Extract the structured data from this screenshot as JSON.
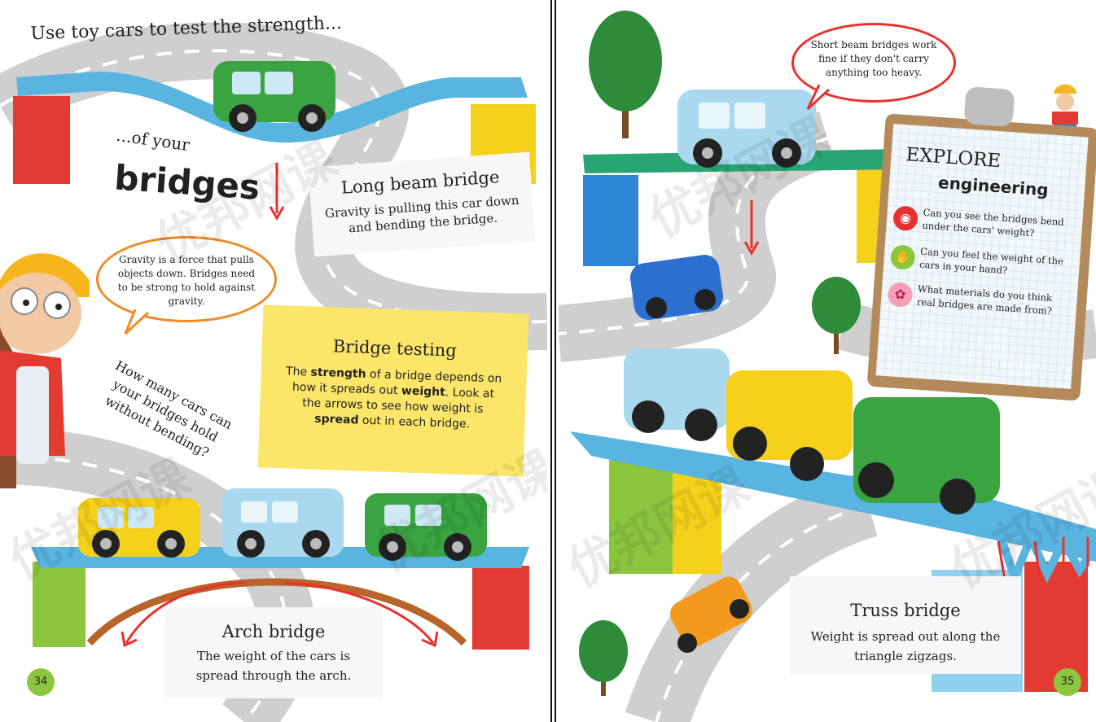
{
  "left_page": {
    "heading_line1": "Use toy cars to test the strength...",
    "heading_line2": "...of your",
    "heading_line3": "bridges",
    "beam_bridge": {
      "title": "Long beam bridge",
      "text": "Gravity is pulling this car down and bending the bridge."
    },
    "gravity_bubble": "Gravity is a force that pulls objects down. Bridges need to be strong to hold against gravity.",
    "question": "How many cars can your bridges hold without bending?",
    "testing": {
      "title": "Bridge testing",
      "text_1": "The ",
      "bold_1": "strength",
      "text_2": " of a bridge depends on how it spreads out ",
      "bold_2": "weight",
      "text_3": ". Look at the arrows to see how weight is ",
      "bold_3": "spread",
      "text_4": " out in each bridge."
    },
    "arch_bridge": {
      "title": "Arch bridge",
      "text": "The weight of the cars is spread through the arch."
    },
    "page_number": "34"
  },
  "right_page": {
    "beam_bubble": "Short beam bridges work fine if they don't carry anything too heavy.",
    "explore": {
      "title_1": "EXPLORE",
      "title_2": "engineering",
      "items": [
        {
          "icon": "eye-icon",
          "text": "Can you see the bridges bend under the cars' weight?"
        },
        {
          "icon": "hand-icon",
          "text": "Can you feel the weight of the cars in your hand?"
        },
        {
          "icon": "brain-icon",
          "text": "What materials do you think real bridges are made from?"
        }
      ]
    },
    "truss_bridge": {
      "title": "Truss bridge",
      "text": "Weight is spread out along the triangle zigzags."
    },
    "page_number": "35"
  },
  "watermark": "优邦网课",
  "colors": {
    "accent_red": "#e8312f",
    "orange": "#f08a24",
    "yellow_note": "#fbe66a",
    "page_green": "#8cc63f",
    "road_gray": "#cfcfcf"
  }
}
